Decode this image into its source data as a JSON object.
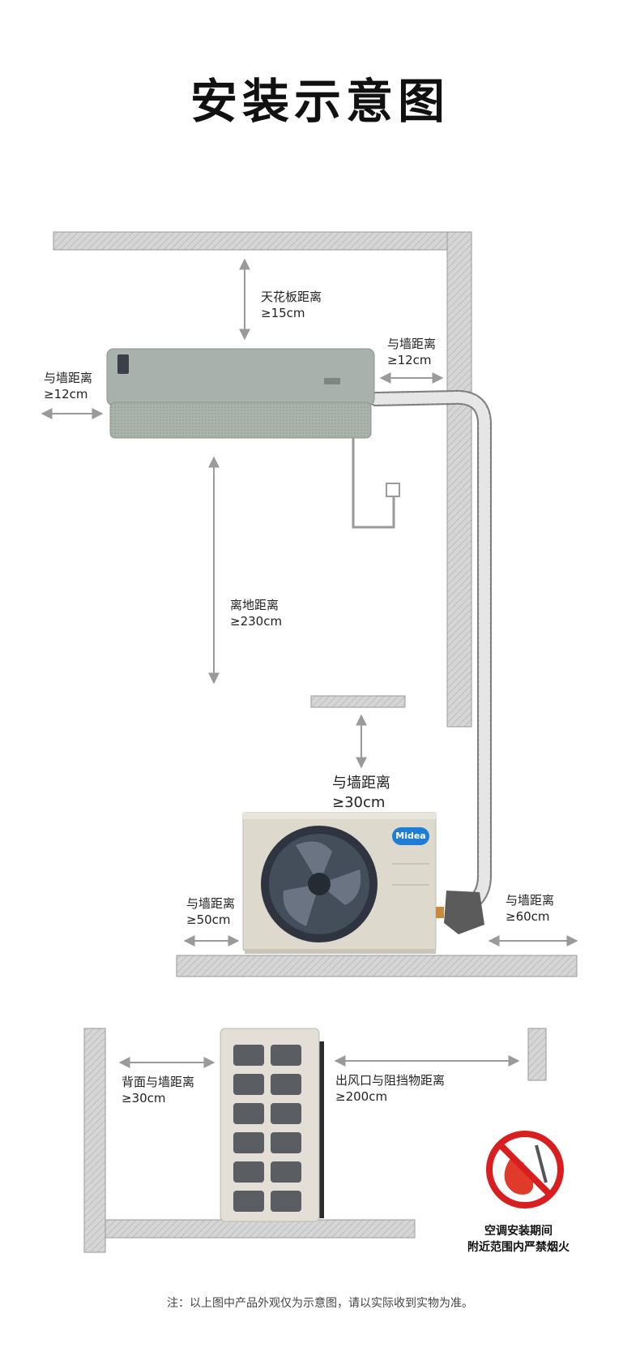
{
  "title": "安装示意图",
  "labels": {
    "ceiling": {
      "name": "天花板距离",
      "value": "≥15cm"
    },
    "indoor_right": {
      "name": "与墙距离",
      "value": "≥12cm"
    },
    "indoor_left": {
      "name": "与墙距离",
      "value": "≥12cm"
    },
    "floor": {
      "name": "离地距离",
      "value": "≥230cm"
    },
    "outdoor_top": {
      "name": "与墙距离",
      "value": "≥30cm"
    },
    "outdoor_left": {
      "name": "与墙距离",
      "value": "≥50cm"
    },
    "outdoor_right": {
      "name": "与墙距离",
      "value": "≥60cm"
    },
    "side_back": {
      "name": "背面与墙距离",
      "value": "≥30cm"
    },
    "side_outlet": {
      "name": "出风口与阻挡物距离",
      "value": "≥200cm"
    }
  },
  "brand": "Midea",
  "warning": {
    "line1": "空调安装期间",
    "line2": "附近范围内严禁烟火"
  },
  "footnote": "注：以上图中产品外观仅为示意图，请以实际收到实物为准。",
  "colors": {
    "wall": "#cfcfcf",
    "wall_edge": "#9a9a9a",
    "arrow": "#9a9a9a",
    "indoor_unit": "#a7b0aa",
    "outdoor_unit": "#ddd8cc",
    "fan": "#3b4350",
    "brand_blue": "#1e7ed6",
    "warning_red": "#d81e1e"
  }
}
